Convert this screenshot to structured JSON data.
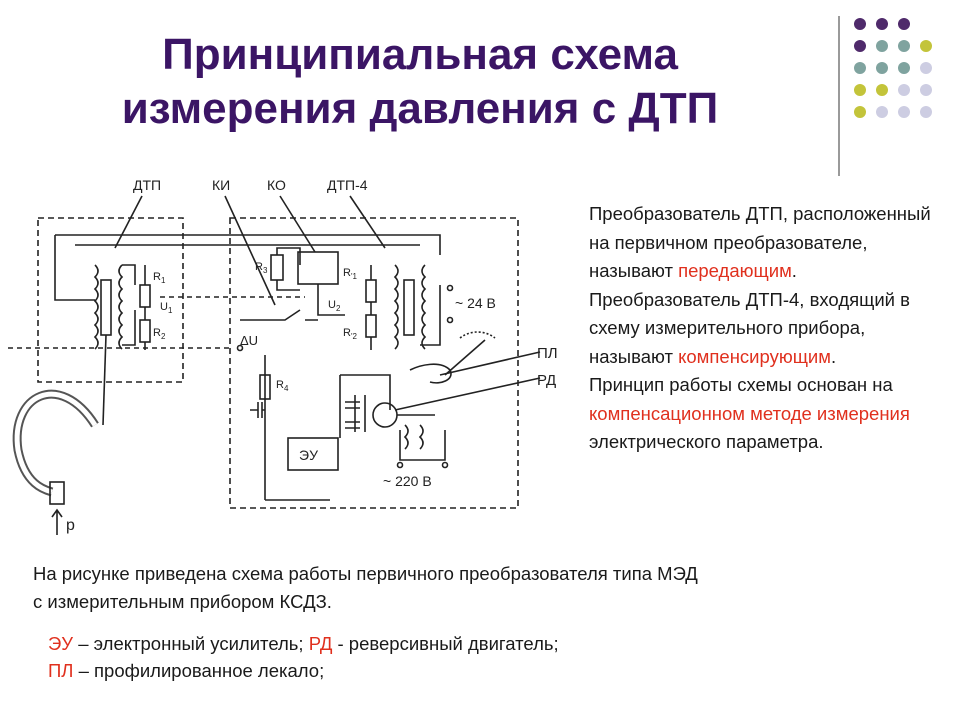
{
  "title": {
    "line1": "Принципиальная схема",
    "line2": "измерения давления с ДТП"
  },
  "colors": {
    "title": "#3b1565",
    "accent_red": "#e0301e",
    "dot_purple": "#4f2a6b",
    "dot_teal": "#7fa39f",
    "dot_olive": "#c3c43a",
    "dot_lavender": "#cdcde2"
  },
  "description": {
    "p1_a": "Преобразователь ДТП, расположенный на первичном преобразователе, называют ",
    "p1_red": "передающим",
    "p1_b": ".",
    "p2_a": "Преобразователь ДТП-4, входящий в схему измерительного прибора, называют ",
    "p2_red": "компенсирующим",
    "p2_b": ".",
    "p3_a": "Принцип работы схемы основан на ",
    "p3_red": "компенсационном методе измерения",
    "p3_b": " электрического параметра."
  },
  "caption": {
    "line1": "На рисунке приведена схема работы первичного преобразователя типа МЭД",
    "line2": "с измерительным прибором КСДЗ."
  },
  "legend": {
    "eu_abbr": "ЭУ",
    "eu_text": " – электронный усилитель; ",
    "rd_abbr": "РД",
    "rd_text": "  - реверсивный двигатель;",
    "pl_abbr": "ПЛ",
    "pl_text": " – профилированное лекало;"
  },
  "schematic": {
    "label_dtp": "ДТП",
    "label_ki": "КИ",
    "label_ko": "КО",
    "label_dtp4": "ДТП-4",
    "label_r1": "R",
    "label_r1_sub": "1",
    "label_r2": "R",
    "label_r2_sub": "2",
    "label_u1": "U",
    "label_u1_sub": "1",
    "label_r3": "R",
    "label_r3_sub": "3",
    "label_r1p": "R",
    "label_r1p_sub": "'1",
    "label_u2": "U",
    "label_u2_sub": "2",
    "label_r2p": "R",
    "label_r2p_sub": "'2",
    "label_du": "ΔU",
    "label_r4": "R",
    "label_r4_sub": "4",
    "label_eu": "ЭУ",
    "label_24v": "~ 24 В",
    "label_220v": "~ 220 В",
    "label_pl": "ПЛ",
    "label_rd": "РД",
    "label_p": "р"
  }
}
